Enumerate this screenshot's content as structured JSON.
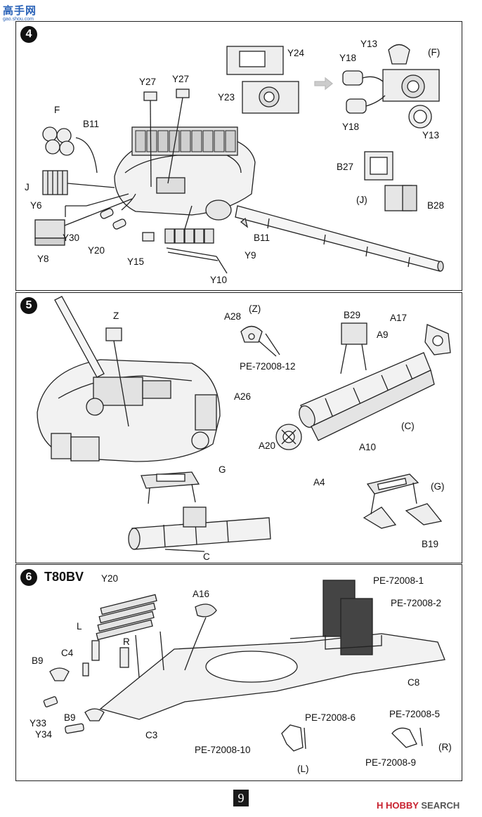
{
  "watermark_top": {
    "brand": "高手网",
    "url": "gao.shou.com"
  },
  "page_number": "9",
  "watermark_bottom": {
    "logo": "H",
    "text1": "HOBBY",
    "text2": "SEARCH"
  },
  "step4": {
    "number": "4",
    "labels": {
      "y27a": "Y27",
      "y27b": "Y27",
      "y24": "Y24",
      "y23": "Y23",
      "y13a": "Y13",
      "f_group": "(F)",
      "y18a": "Y18",
      "y18b": "Y18",
      "y13b": "Y13",
      "f": "F",
      "b11a": "B11",
      "j": "J",
      "y6": "Y6",
      "y30": "Y30",
      "y20": "Y20",
      "y8": "Y8",
      "y15": "Y15",
      "b11b": "B11",
      "y9": "Y9",
      "y10": "Y10",
      "b27": "B27",
      "j_group": "(J)",
      "b28": "B28"
    }
  },
  "step5": {
    "number": "5",
    "labels": {
      "z": "Z",
      "a28": "A28",
      "z_group": "(Z)",
      "pe12": "PE-72008-12",
      "b29": "B29",
      "a17": "A17",
      "a9": "A9",
      "a26": "A26",
      "c_group": "(C)",
      "a20": "A20",
      "a10": "A10",
      "g": "G",
      "a4": "A4",
      "g_group": "(G)",
      "c": "C",
      "b19": "B19"
    }
  },
  "step6": {
    "number": "6",
    "variant": "T80BV",
    "labels": {
      "y20": "Y20",
      "a16": "A16",
      "pe1": "PE-72008-1",
      "pe2": "PE-72008-2",
      "l": "L",
      "c4": "C4",
      "r": "R",
      "b9a": "B9",
      "c8": "C8",
      "y33": "Y33",
      "b9b": "B9",
      "c3": "C3",
      "y34": "Y34",
      "pe6": "PE-72008-6",
      "pe5": "PE-72008-5",
      "pe10": "PE-72008-10",
      "l_group": "(L)",
      "r_group": "(R)",
      "pe9": "PE-72008-9"
    }
  }
}
